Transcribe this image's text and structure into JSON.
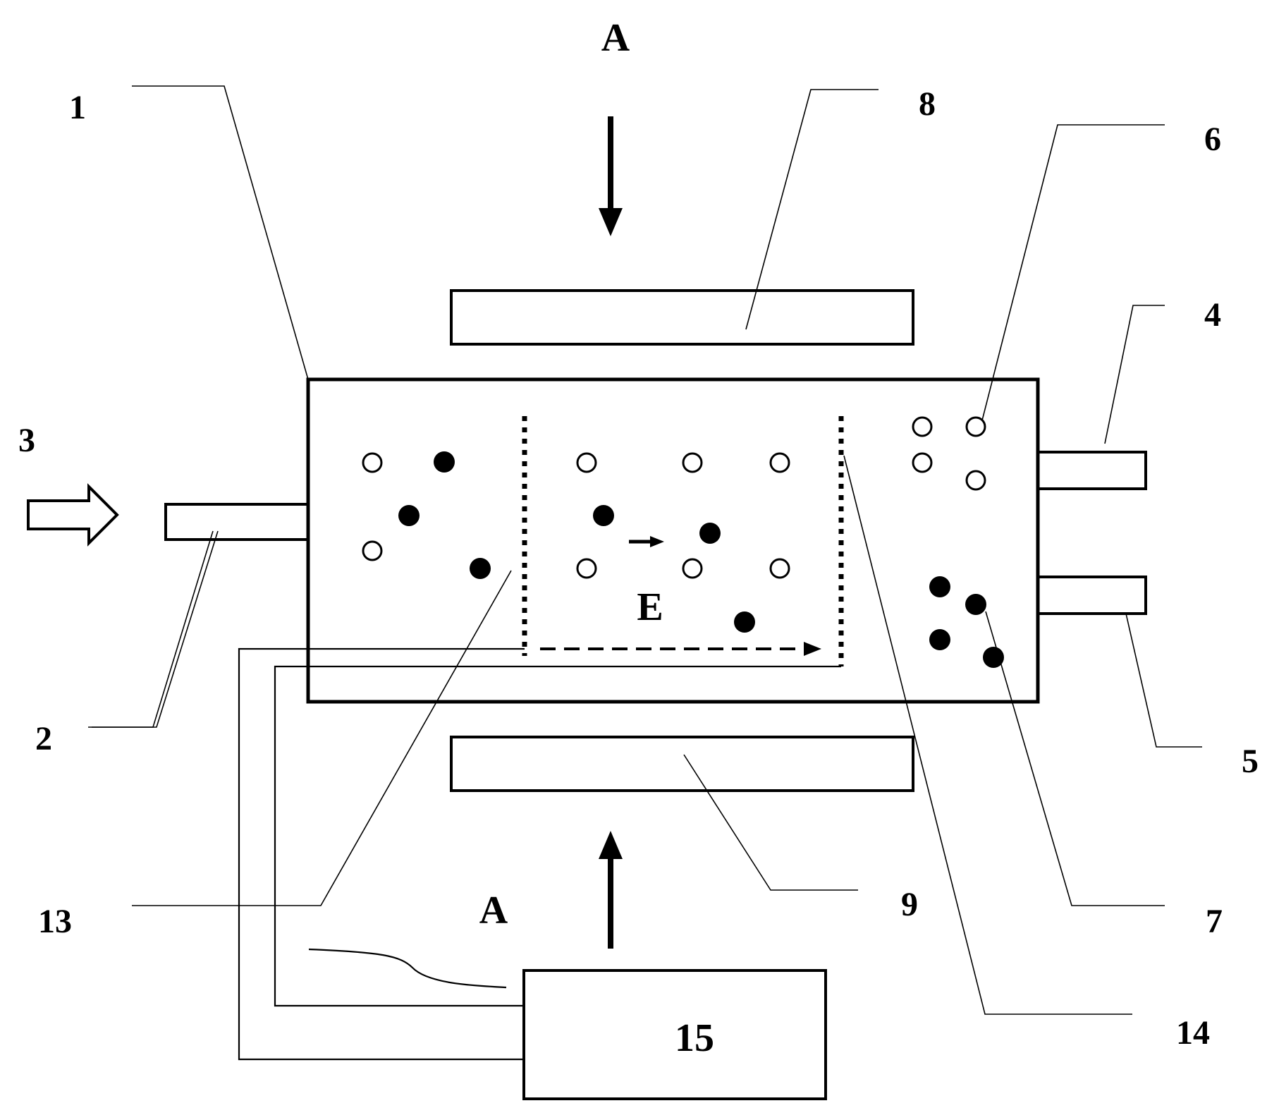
{
  "labels": {
    "housing": "1",
    "inlet": "2",
    "inflow": "3",
    "outlet_top": "4",
    "outlet_bottom": "5",
    "open_particle": "6",
    "solid_particle": "7",
    "plate_top": "8",
    "plate_bottom": "9",
    "electrode_left": "13",
    "electrode_right": "14",
    "source": "15",
    "direction_top": "A",
    "direction_bottom": "A",
    "field": "E"
  }
}
